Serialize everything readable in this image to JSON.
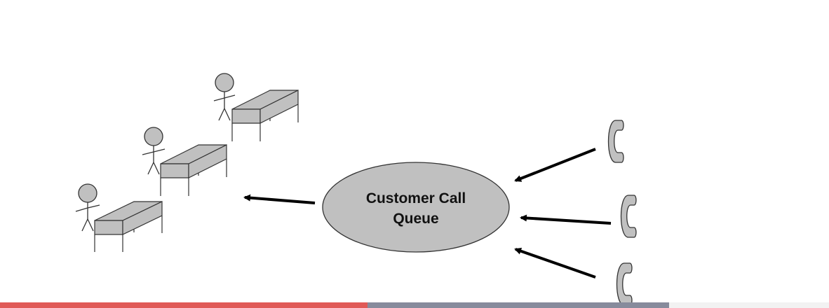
{
  "diagram": {
    "queue": {
      "label_line1": "Customer Call",
      "label_line2": "Queue"
    },
    "agents": [
      "stick-figure-icon",
      "stick-figure-icon",
      "stick-figure-icon"
    ],
    "phones": [
      "phone-handset-icon",
      "phone-handset-icon",
      "phone-handset-icon"
    ],
    "colors": {
      "fill": "#c0c0c0",
      "stroke": "#333333",
      "arrow": "#000000"
    }
  },
  "bottom_bar": {
    "segments": [
      {
        "color": "#e05a57",
        "fraction": 0.443
      },
      {
        "color": "#878b9c",
        "fraction": 0.364
      },
      {
        "color": "#f2f2f2",
        "fraction": 0.193
      }
    ]
  }
}
